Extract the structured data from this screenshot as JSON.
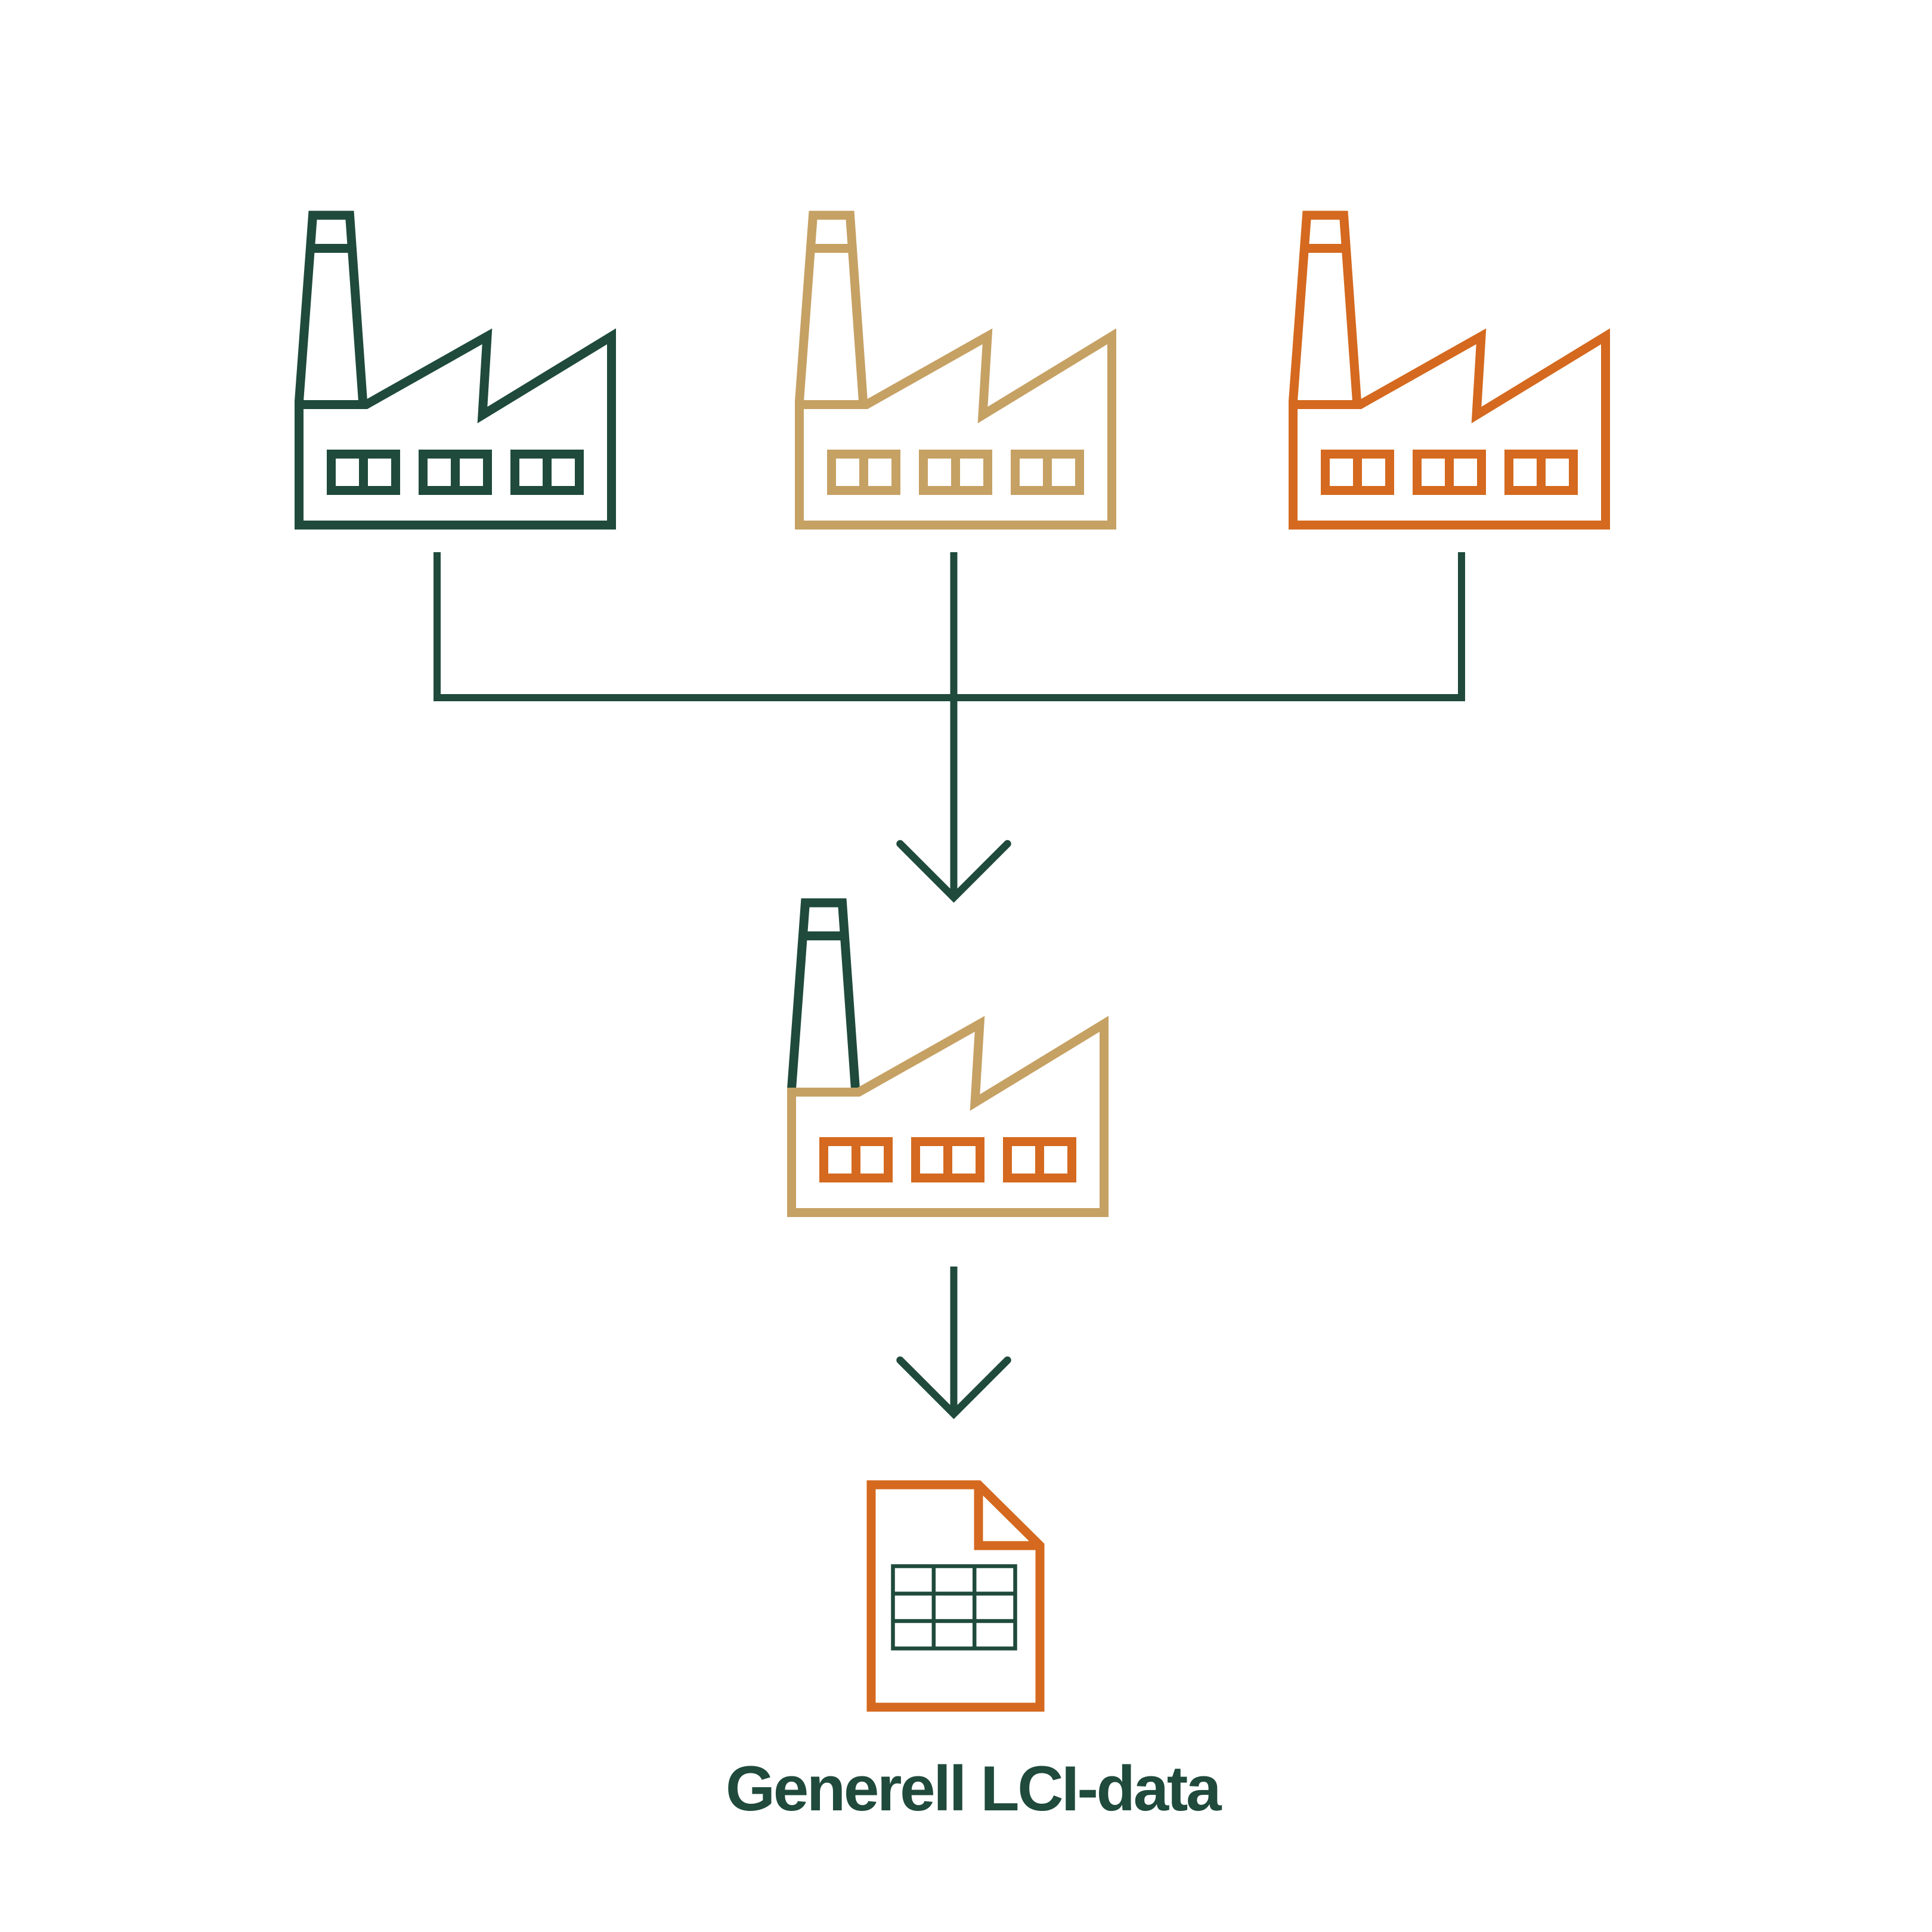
{
  "palette": {
    "green": "#1f4a3c",
    "tan": "#c6a164",
    "orange": "#d4691f"
  },
  "diagram": {
    "factories": [
      {
        "name": "specific-plant-1",
        "chimney_color": "#1f4a3c",
        "body_color": "#1f4a3c",
        "windows_color": "#1f4a3c"
      },
      {
        "name": "specific-plant-2",
        "chimney_color": "#c6a164",
        "body_color": "#c6a164",
        "windows_color": "#c6a164"
      },
      {
        "name": "specific-plant-3",
        "chimney_color": "#d4691f",
        "body_color": "#d4691f",
        "windows_color": "#d4691f"
      },
      {
        "name": "aggregated-plant",
        "chimney_color": "#1f4a3c",
        "body_color": "#c6a164",
        "windows_color": "#d4691f"
      }
    ],
    "connectors": {
      "color": "#1f4a3c"
    },
    "document": {
      "page_color": "#d4691f",
      "table_color": "#1f4a3c"
    },
    "label": {
      "text": "Generell LCI-data",
      "color": "#1f4a3c"
    }
  }
}
